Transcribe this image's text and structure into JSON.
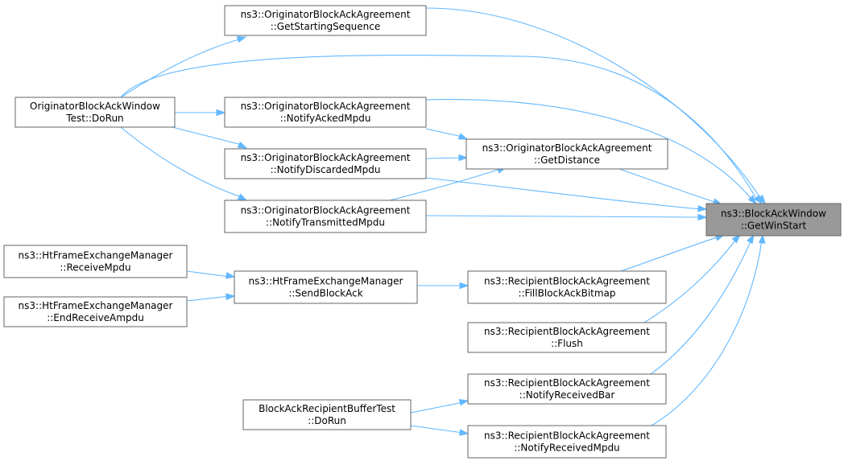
{
  "diagram": {
    "type": "call-graph",
    "edge_color": "#63b8ff",
    "target_fill": "#999999",
    "nodes": [
      {
        "id": "target",
        "lines": [
          "ns3::BlockAckWindow",
          "::GetWinStart"
        ],
        "highlighted": true
      },
      {
        "id": "getstartingsequence",
        "lines": [
          "ns3::OriginatorBlockAckAgreement",
          "::GetStartingSequence"
        ]
      },
      {
        "id": "dorun-originator",
        "lines": [
          "OriginatorBlockAckWindow",
          "Test::DoRun"
        ]
      },
      {
        "id": "notifyackedmpdu",
        "lines": [
          "ns3::OriginatorBlockAckAgreement",
          "::NotifyAckedMpdu"
        ]
      },
      {
        "id": "getdistance",
        "lines": [
          "ns3::OriginatorBlockAckAgreement",
          "::GetDistance"
        ]
      },
      {
        "id": "notifydiscardedmpdu",
        "lines": [
          "ns3::OriginatorBlockAckAgreement",
          "::NotifyDiscardedMpdu"
        ]
      },
      {
        "id": "notifytransmittedmpdu",
        "lines": [
          "ns3::OriginatorBlockAckAgreement",
          "::NotifyTransmittedMpdu"
        ]
      },
      {
        "id": "receivempdu",
        "lines": [
          "ns3::HtFrameExchangeManager",
          "::ReceiveMpdu"
        ]
      },
      {
        "id": "endreceiveampdu",
        "lines": [
          "ns3::HtFrameExchangeManager",
          "::EndReceiveAmpdu"
        ]
      },
      {
        "id": "sendblockack",
        "lines": [
          "ns3::HtFrameExchangeManager",
          "::SendBlockAck"
        ]
      },
      {
        "id": "fillblockackbitmap",
        "lines": [
          "ns3::RecipientBlockAckAgreement",
          "::FillBlockAckBitmap"
        ]
      },
      {
        "id": "flush",
        "lines": [
          "ns3::RecipientBlockAckAgreement",
          "::Flush"
        ]
      },
      {
        "id": "notifyreceivedbar",
        "lines": [
          "ns3::RecipientBlockAckAgreement",
          "::NotifyReceivedBar"
        ]
      },
      {
        "id": "dorun-buffer",
        "lines": [
          "BlockAckRecipientBufferTest",
          "::DoRun"
        ]
      },
      {
        "id": "notifyreceivedmpdu",
        "lines": [
          "ns3::RecipientBlockAckAgreement",
          "::NotifyReceivedMpdu"
        ]
      }
    ],
    "edges": [
      {
        "from": "getstartingsequence",
        "to": "target"
      },
      {
        "from": "dorun-originator",
        "to": "getstartingsequence"
      },
      {
        "from": "dorun-originator",
        "to": "target"
      },
      {
        "from": "dorun-originator",
        "to": "notifyackedmpdu"
      },
      {
        "from": "dorun-originator",
        "to": "notifydiscardedmpdu"
      },
      {
        "from": "dorun-originator",
        "to": "notifytransmittedmpdu"
      },
      {
        "from": "notifyackedmpdu",
        "to": "target"
      },
      {
        "from": "notifyackedmpdu",
        "to": "getdistance"
      },
      {
        "from": "notifydiscardedmpdu",
        "to": "getdistance"
      },
      {
        "from": "notifydiscardedmpdu",
        "to": "target"
      },
      {
        "from": "notifytransmittedmpdu",
        "to": "getdistance"
      },
      {
        "from": "notifytransmittedmpdu",
        "to": "target"
      },
      {
        "from": "getdistance",
        "to": "target"
      },
      {
        "from": "receivempdu",
        "to": "sendblockack"
      },
      {
        "from": "endreceiveampdu",
        "to": "sendblockack"
      },
      {
        "from": "sendblockack",
        "to": "fillblockackbitmap"
      },
      {
        "from": "fillblockackbitmap",
        "to": "target"
      },
      {
        "from": "flush",
        "to": "target"
      },
      {
        "from": "notifyreceivedbar",
        "to": "target"
      },
      {
        "from": "notifyreceivedmpdu",
        "to": "target"
      },
      {
        "from": "dorun-buffer",
        "to": "notifyreceivedbar"
      },
      {
        "from": "dorun-buffer",
        "to": "notifyreceivedmpdu"
      }
    ]
  }
}
